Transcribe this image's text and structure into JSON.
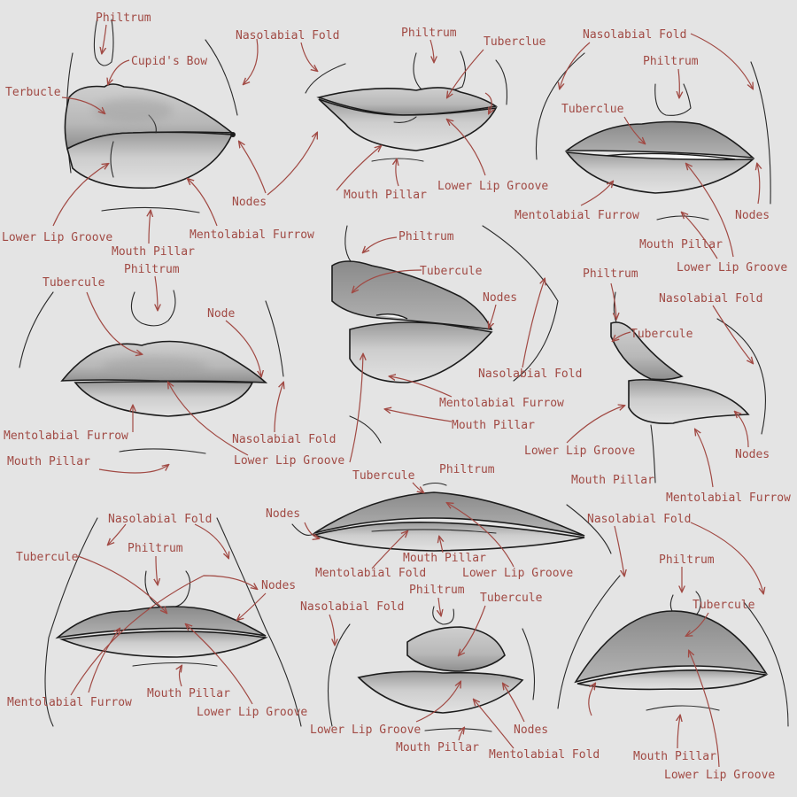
{
  "figures": [
    {
      "id": "front-view-1",
      "labels": [
        "Philtrum",
        "Cupid's Bow",
        "Terbucle",
        "Nasolabial Fold",
        "Nodes",
        "Lower Lip Groove",
        "Mouth Pillar",
        "Mentolabial Furrow"
      ]
    },
    {
      "id": "smile-view",
      "labels": [
        "Philtrum",
        "Tuberclue",
        "Mouth Pillar",
        "Lower Lip Groove"
      ]
    },
    {
      "id": "teeth-view",
      "labels": [
        "Nasolabial Fold",
        "Philtrum",
        "Tuberclue",
        "Mentolabial Furrow",
        "Nodes",
        "Mouth Pillar",
        "Lower Lip Groove"
      ]
    },
    {
      "id": "front-view-2",
      "labels": [
        "Philtrum",
        "Tubercule",
        "Node",
        "Mentolabial Furrow",
        "Nasolabial Fold",
        "Mouth Pillar",
        "Lower Lip Groove"
      ]
    },
    {
      "id": "three-quarter-view",
      "labels": [
        "Philtrum",
        "Tubercule",
        "Nodes",
        "Nasolabial Fold",
        "Mentolabial Furrow",
        "Mouth Pillar"
      ]
    },
    {
      "id": "profile-view",
      "labels": [
        "Philtrum",
        "Tubercule",
        "Nasolabial Fold",
        "Lower Lip Groove",
        "Nodes",
        "Mouth Pillar",
        "Mentolabial Furrow"
      ]
    },
    {
      "id": "wide-smile-view",
      "labels": [
        "Tubercule",
        "Philtrum",
        "Nodes",
        "Mouth Pillar",
        "Mentolabial Fold",
        "Lower Lip Groove"
      ]
    },
    {
      "id": "frown-view",
      "labels": [
        "Nasolabial Fold",
        "Philtrum",
        "Tubercule",
        "Nodes",
        "Mentolabial Furrow",
        "Mouth Pillar",
        "Lower Lip Groove"
      ]
    },
    {
      "id": "pout-view",
      "labels": [
        "Philtrum",
        "Tubercule",
        "Nasolabial Fold",
        "Lower Lip Groove",
        "Nodes",
        "Mouth Pillar",
        "Mentolabial Fold"
      ]
    },
    {
      "id": "low-view",
      "labels": [
        "Nasolabial Fold",
        "Philtrum",
        "Tubercule",
        "Mouth Pillar",
        "Lower Lip Groove"
      ]
    }
  ]
}
